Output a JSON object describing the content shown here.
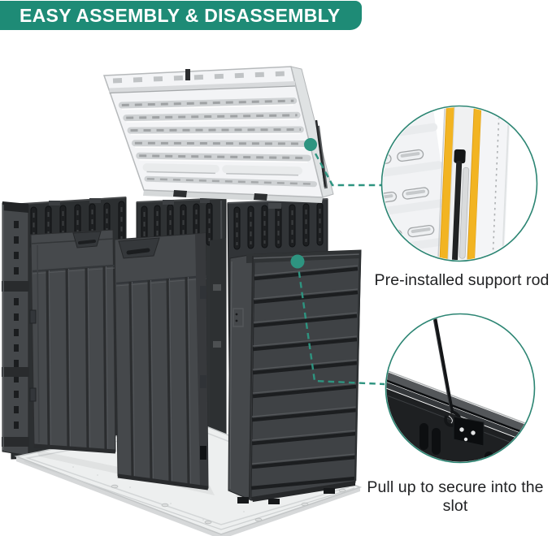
{
  "banner": {
    "label": "EASY ASSEMBLY & DISASSEMBLY"
  },
  "callouts": {
    "support_rod": {
      "caption": "Pre-installed support rod"
    },
    "slot": {
      "caption": "Pull up to secure into the slot"
    }
  },
  "colors": {
    "accent_teal": "#1E8B76",
    "connector_teal": "#2E9480",
    "callout_ring": "#2C8573",
    "highlight_yellow": "#F2B422",
    "text_dark": "#212224",
    "banner_text": "#FFFFFF"
  },
  "icons": {
    "callout_marker": "filled-teal-dot",
    "connector_style": "dashed-teal-line"
  }
}
